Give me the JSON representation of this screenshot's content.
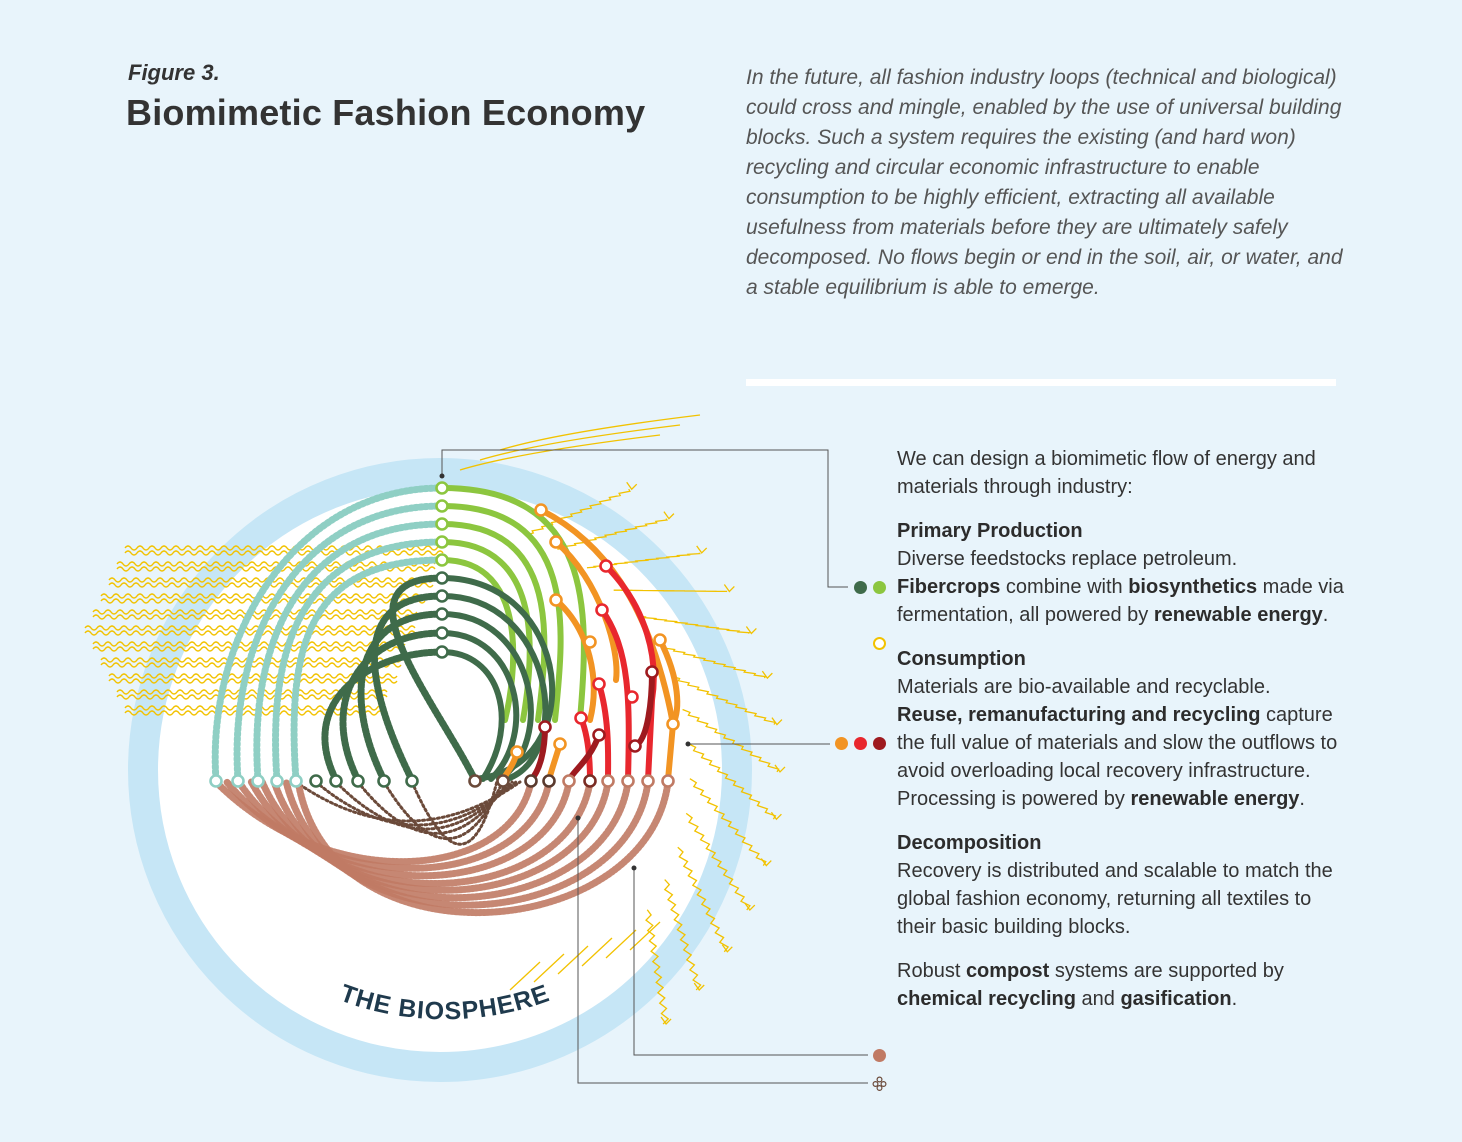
{
  "figure": {
    "label": "Figure 3.",
    "title": "Biomimetic Fashion Economy"
  },
  "intro": "In the future, all fashion industry loops (technical and biological) could cross and mingle, enabled by the use of universal building blocks. Such a system requires the existing (and hard won) recycling and circular economic infrastructure to enable consumption to be highly efficient, extracting all available usefulness from materials before they are ultimately safely decomposed. No flows begin or end in the soil, air, or water, and a stable equilibrium is able to emerge.",
  "diagram": {
    "biosphere_label": "THE BIOSPHERE"
  },
  "panel": {
    "lead": "We can design a biomimetic flow of energy and materials through industry:",
    "primary": {
      "heading": "Primary Production",
      "line1": "Diverse feedstocks replace petroleum.",
      "b1": "Fibercrops",
      "t1": " combine with ",
      "b2": "biosynthetics",
      "t2": " made via fermentation, all powered by ",
      "b3": "renewable energy",
      "t3": "."
    },
    "consumption": {
      "heading": "Consumption",
      "line1": "Materials are bio-available and recyclable.",
      "b1": "Reuse, remanufacturing and recycling",
      "t1": " capture the full value of materials and slow the outflows to avoid overloading local recovery infrastructure. Processing is powered by ",
      "b2": "renewable energy",
      "t2": "."
    },
    "decomposition": {
      "heading": "Decomposition",
      "body": "Recovery is distributed and scalable to match the global fashion economy, returning all textiles to their basic building blocks."
    },
    "compost": {
      "t1": "Robust ",
      "b1": "compost",
      "t2": " systems are supported by ",
      "b2": "chemical recycling",
      "t3": " and ",
      "b3": "gasification",
      "t4": "."
    }
  },
  "colors": {
    "background": "#e8f4fb",
    "biosphere_ring": "#c6e6f6",
    "fibercrop": "#3f6b4a",
    "biosynthetic": "#8cc63f",
    "biosynthetic_pale": "#8fcfc4",
    "orange": "#f29423",
    "red": "#e8272e",
    "dark_red": "#9e1a1f",
    "compost": "#c07a64",
    "chemical": "#6b4a3a",
    "energy": "#f2c200"
  }
}
